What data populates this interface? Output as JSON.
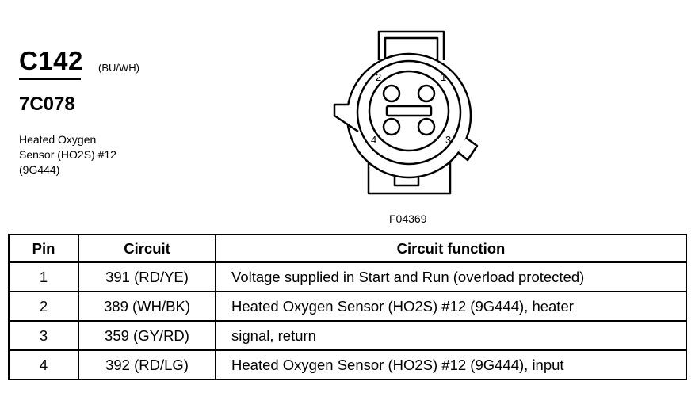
{
  "connector": {
    "id": "C142",
    "color_code": "(BU/WH)",
    "part_code": "7C078",
    "description_lines": [
      "Heated Oxygen",
      "Sensor (HO2S) #12",
      "(9G444)"
    ]
  },
  "diagram": {
    "pin_labels": [
      "1",
      "2",
      "3",
      "4"
    ],
    "figure_id": "F04369"
  },
  "table": {
    "headers": [
      "Pin",
      "Circuit",
      "Circuit function"
    ],
    "rows": [
      {
        "pin": "1",
        "circuit": "391 (RD/YE)",
        "function": "Voltage supplied in Start and Run (overload protected)"
      },
      {
        "pin": "2",
        "circuit": "389 (WH/BK)",
        "function": "Heated Oxygen Sensor (HO2S) #12 (9G444), heater"
      },
      {
        "pin": "3",
        "circuit": "359 (GY/RD)",
        "function": "signal, return"
      },
      {
        "pin": "4",
        "circuit": "392 (RD/LG)",
        "function": "Heated Oxygen Sensor (HO2S) #12 (9G444), input"
      }
    ]
  }
}
